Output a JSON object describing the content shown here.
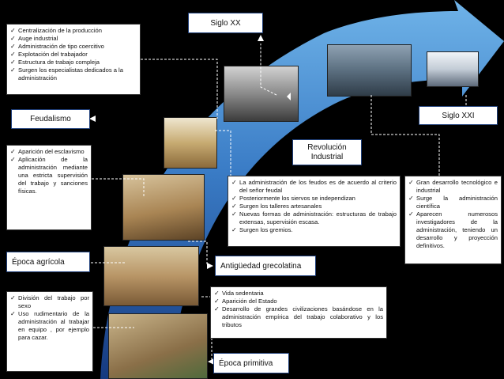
{
  "periods": {
    "primitiva": "Época primitiva",
    "agricola": "Época agrícola",
    "grecolatina": "Antigüedad grecolatina",
    "feudalismo": "Feudalismo",
    "revolucion": "Revolución\nIndustrial",
    "siglo_xx": "Siglo XX",
    "siglo_xxi": "Siglo XXI"
  },
  "lists": {
    "siglo_xx": [
      "Centralización de la producción",
      "Auge industrial",
      "Administración de tipo coercitivo",
      "Explotación del trabajador",
      "Estructura de trabajo compleja",
      "Surgen los especialistas dedicados a la administración"
    ],
    "feudalismo": [
      "Aparición del esclavismo",
      "Aplicación de la administración mediante una estricta supervisión del trabajo y sanciones físicas."
    ],
    "revolucion": [
      "La administración de los feudos es de acuerdo al criterio del señor feudal",
      "Posteriormente los siervos se independizan",
      "Surgen los talleres artesanales",
      "Nuevas formas de administración: estructuras de trabajo extensas, supervisión escasa.",
      "Surgen los gremios."
    ],
    "siglo_xxi": [
      "Gran desarrollo tecnológico e industrial",
      "Surge la administración científica",
      "Aparecen numerosos investigadores de la administración, teniendo un desarrollo y proyección definitivos."
    ],
    "grecolatina": [
      "Vida sedentaria",
      "Aparición del Estado",
      "Desarrollo de grandes civilizaciones basándose en la administración empírica del trabajo colaborativo y los tributos"
    ],
    "primitiva": [
      "División del trabajo por sexo",
      "Uso rudimentario de la administración al trabajar en equipo , por ejemplo para cazar."
    ]
  },
  "icons": {
    "bullet": "check-icon"
  },
  "colors": {
    "arrow_top": "#5ea3dc",
    "arrow_bottom": "#1a3f86",
    "label_border": "#1f3f7a",
    "background": "#000000"
  }
}
